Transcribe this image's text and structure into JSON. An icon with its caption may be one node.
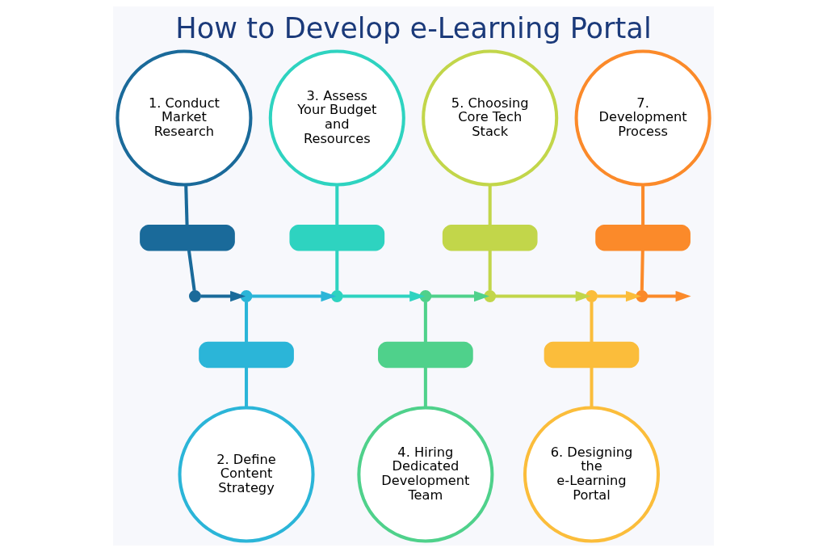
{
  "diagram": {
    "title": "How to Develop e-Learning Portal",
    "nodes": [
      {
        "text": [
          "1. Conduct Market Research"
        ]
      },
      {
        "text": [],
        "shape": "bar"
      },
      {
        "text": [],
        "shape": "circle"
      },
      {
        "text": [
          "2. Define Content Strategy"
        ]
      },
      {
        "text": [],
        "shape": "bar"
      },
      {
        "text": [],
        "shape": "circle"
      },
      {
        "text": [
          "3. Assess Your Budget and Resources"
        ]
      },
      {
        "text": [],
        "shape": "bar"
      },
      {
        "text": [],
        "shape": "circle"
      },
      {
        "text": [
          "4. Hiring Dedicated Development Team"
        ]
      },
      {
        "text": [],
        "shape": "bar"
      },
      {
        "text": [],
        "shape": "circle"
      },
      {
        "text": [
          "5. Choosing Core Tech Stack"
        ]
      },
      {
        "text": [],
        "shape": "bar"
      },
      {
        "text": [],
        "shape": "circle"
      },
      {
        "text": [
          "6. Designing the e-Learning Portal"
        ]
      },
      {
        "text": [],
        "shape": "bar"
      },
      {
        "text": [],
        "shape": "circle"
      },
      {
        "text": [
          "7. Development Process"
        ]
      },
      {
        "text": [],
        "shape": "bar"
      },
      {
        "text": [],
        "shape": "circle"
      }
    ],
    "edges": [
      {
        "from": 0,
        "to": 1,
        "arrow": "none",
        "color": "#1a6a9a"
      },
      {
        "from": 1,
        "to": 2,
        "arrow": "none",
        "color": "#1a6a9a"
      },
      {
        "from": 5,
        "to": 4,
        "arrow": "none",
        "color": "#2bb5d8"
      },
      {
        "from": 4,
        "to": 3,
        "arrow": "none",
        "color": "#2bb5d8"
      },
      {
        "from": 6,
        "to": 7,
        "arrow": "none",
        "color": "#2ed3c0"
      },
      {
        "from": 7,
        "to": 8,
        "arrow": "none",
        "color": "#2ed3c0"
      },
      {
        "from": 11,
        "to": 10,
        "arrow": "none",
        "color": "#4fd18b"
      },
      {
        "from": 10,
        "to": 9,
        "arrow": "none",
        "color": "#4fd18b"
      },
      {
        "from": 12,
        "to": 13,
        "arrow": "none",
        "color": "#c2d64a"
      },
      {
        "from": 13,
        "to": 14,
        "arrow": "none",
        "color": "#c2d64a"
      },
      {
        "from": 17,
        "to": 16,
        "arrow": "none",
        "color": "#fbbd3b"
      },
      {
        "from": 16,
        "to": 15,
        "arrow": "none",
        "color": "#fbbd3b"
      },
      {
        "from": 18,
        "to": 19,
        "arrow": "none",
        "color": "#fb8a2a"
      },
      {
        "from": 19,
        "to": 20,
        "arrow": "none",
        "color": "#fb8a2a"
      },
      {
        "from": 2,
        "to": 5,
        "arrow": "to",
        "color": "#1a6a9a"
      },
      {
        "from": 5,
        "to": 8,
        "arrow": "to",
        "color": "#2bb5d8"
      },
      {
        "from": 8,
        "to": 11,
        "arrow": "to",
        "color": "#2ed3c0"
      },
      {
        "from": 11,
        "to": 14,
        "arrow": "to",
        "color": "#4fd18b"
      },
      {
        "from": 14,
        "to": 17,
        "arrow": "to",
        "color": "#c2d64a"
      },
      {
        "from": 17,
        "to": 20,
        "arrow": "to",
        "color": "#fbbd3b"
      },
      {
        "from": 20,
        "to": null,
        "arrow": "to",
        "color": "#fb8a2a"
      }
    ]
  }
}
